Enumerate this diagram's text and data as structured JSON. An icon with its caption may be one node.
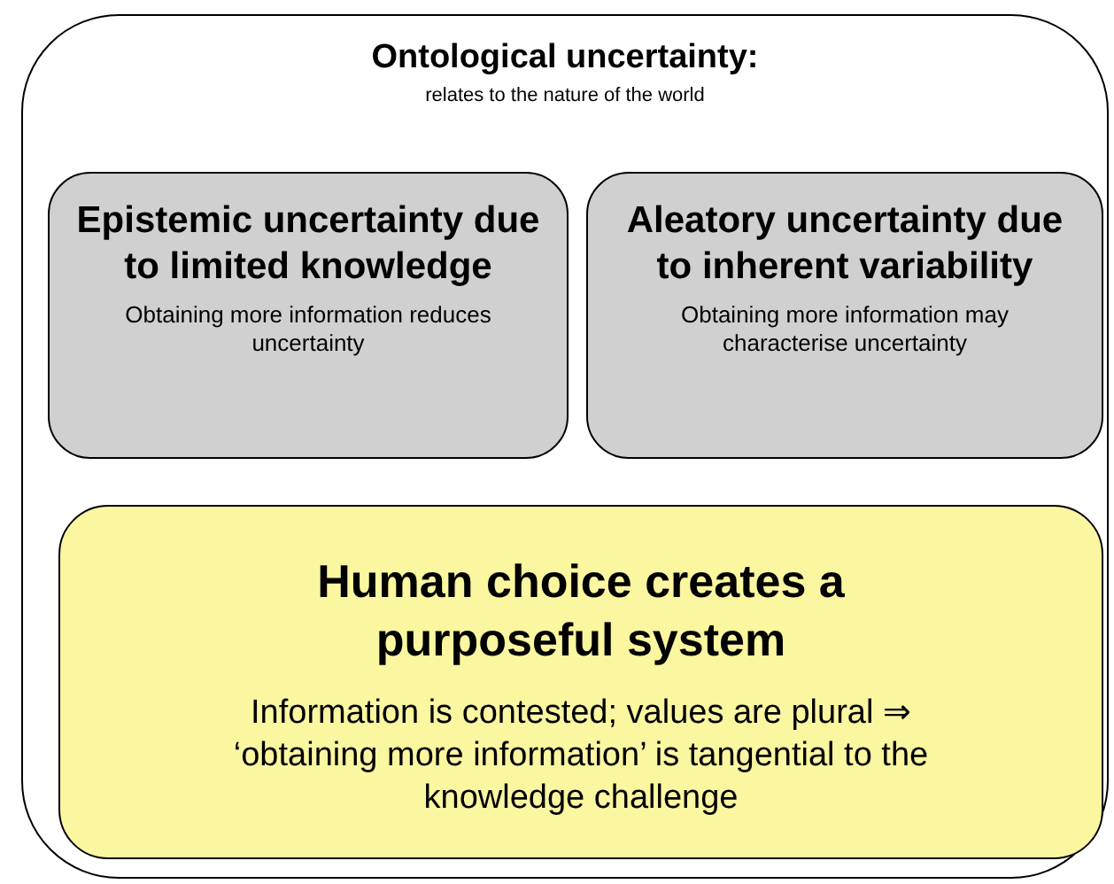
{
  "diagram": {
    "nodes": [
      {
        "text": [
          "Ontological uncertainty:",
          "relates to the nature of the world"
        ]
      },
      {
        "text": [
          "Epistemic uncertainty due to limited knowledge",
          "Obtaining more information reduces uncertainty"
        ],
        "in": 0
      },
      {
        "text": [
          "Aleatory uncertainty due to inherent variability",
          "Obtaining more information may characterise uncertainty"
        ],
        "in": 0
      },
      {
        "text": [
          "Human choice creates a purposeful system",
          "Information is contested; values are plural ⇒ ‘obtaining more information’ is tangential to the knowledge challenge"
        ],
        "in": 0
      }
    ]
  }
}
